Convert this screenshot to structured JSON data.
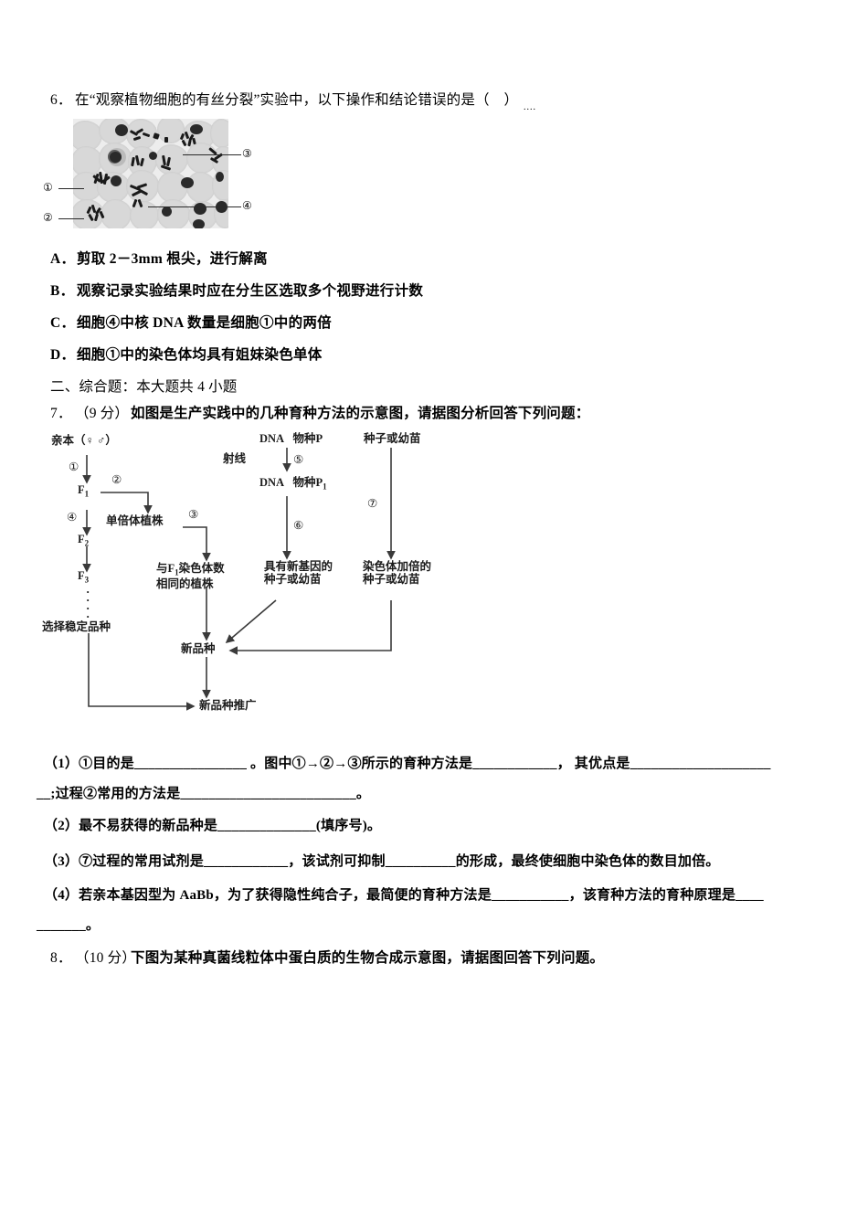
{
  "document": {
    "type": "exam-paper",
    "language": "zh-CN"
  },
  "question6": {
    "number": "6．",
    "stem": "在“观察植物细胞的有丝分裂”实验中，以下操作和结论错误的是（　）",
    "emphasis_dots": "....",
    "figure": {
      "name": "plant-cell-mitosis-micrograph",
      "labels": [
        "①",
        "②",
        "③",
        "④"
      ]
    },
    "options": [
      {
        "letter": "A．",
        "text": "剪取 2－3mm 根尖，进行解离"
      },
      {
        "letter": "B．",
        "text": "观察记录实验结果时应在分生区选取多个视野进行计数"
      },
      {
        "letter": "C．",
        "text": "细胞④中核 DNA 数量是细胞①中的两倍"
      },
      {
        "letter": "D．",
        "text": "细胞①中的染色体均具有姐妹染色单体"
      }
    ]
  },
  "section2": {
    "heading": "二、综合题：本大题共 4 小题"
  },
  "question7": {
    "number": "7．",
    "score": "（9 分）",
    "stem": "如图是生产实践中的几种育种方法的示意图，请据图分析回答下列问题：",
    "diagram": {
      "name": "breeding-methods-flowchart",
      "nodes": [
        {
          "id": "parent",
          "label": "亲本（♀ ♂）"
        },
        {
          "id": "f1",
          "label": "F₁"
        },
        {
          "id": "f2",
          "label": "F₂"
        },
        {
          "id": "f3",
          "label": "F₃"
        },
        {
          "id": "select-stable",
          "label": "选择稳定品种"
        },
        {
          "id": "haploid-plant",
          "label": "单倍体植株"
        },
        {
          "id": "same-chrom-plant",
          "label": "与F₁染色体数\n相同的植株"
        },
        {
          "id": "dna-species-p",
          "label": "DNA　物种P"
        },
        {
          "id": "ray",
          "label": "射线"
        },
        {
          "id": "dna-species-p1",
          "label": "DNA　物种P₁"
        },
        {
          "id": "new-gene-seedling",
          "label": "具有新基因的\n种子或幼苗"
        },
        {
          "id": "seed-or-seedling",
          "label": "种子或幼苗"
        },
        {
          "id": "chrom-doubled-seedling",
          "label": "染色体加倍的\n种子或幼苗"
        },
        {
          "id": "new-variety",
          "label": "新品种"
        },
        {
          "id": "promote-new-variety",
          "label": "新品种推广"
        }
      ],
      "step_markers": [
        "①",
        "②",
        "③",
        "④",
        "⑤",
        "⑥",
        "⑦"
      ]
    },
    "sub_questions": [
      {
        "key": "q7-1",
        "line1": "（1）①目的是________________ 。图中①→②→③所示的育种方法是____________，  其优点是____________________",
        "line2": "__;过程②常用的方法是_________________________。"
      },
      {
        "key": "q7-2",
        "line1": "（2）最不易获得的新品种是______________(填序号)。"
      },
      {
        "key": "q7-3",
        "line1": "（3）⑦过程的常用试剂是____________，该试剂可抑制__________的形成，最终使细胞中染色体的数目加倍。"
      },
      {
        "key": "q7-4",
        "line1": "（4）若亲本基因型为 AaBb，为了获得隐性纯合子，最简便的育种方法是___________，该育种方法的育种原理是____",
        "line2": "_______。"
      }
    ]
  },
  "question8": {
    "number": "8．",
    "score": "（10 分）",
    "stem": "下图为某种真菌线粒体中蛋白质的生物合成示意图，请据图回答下列问题。"
  }
}
